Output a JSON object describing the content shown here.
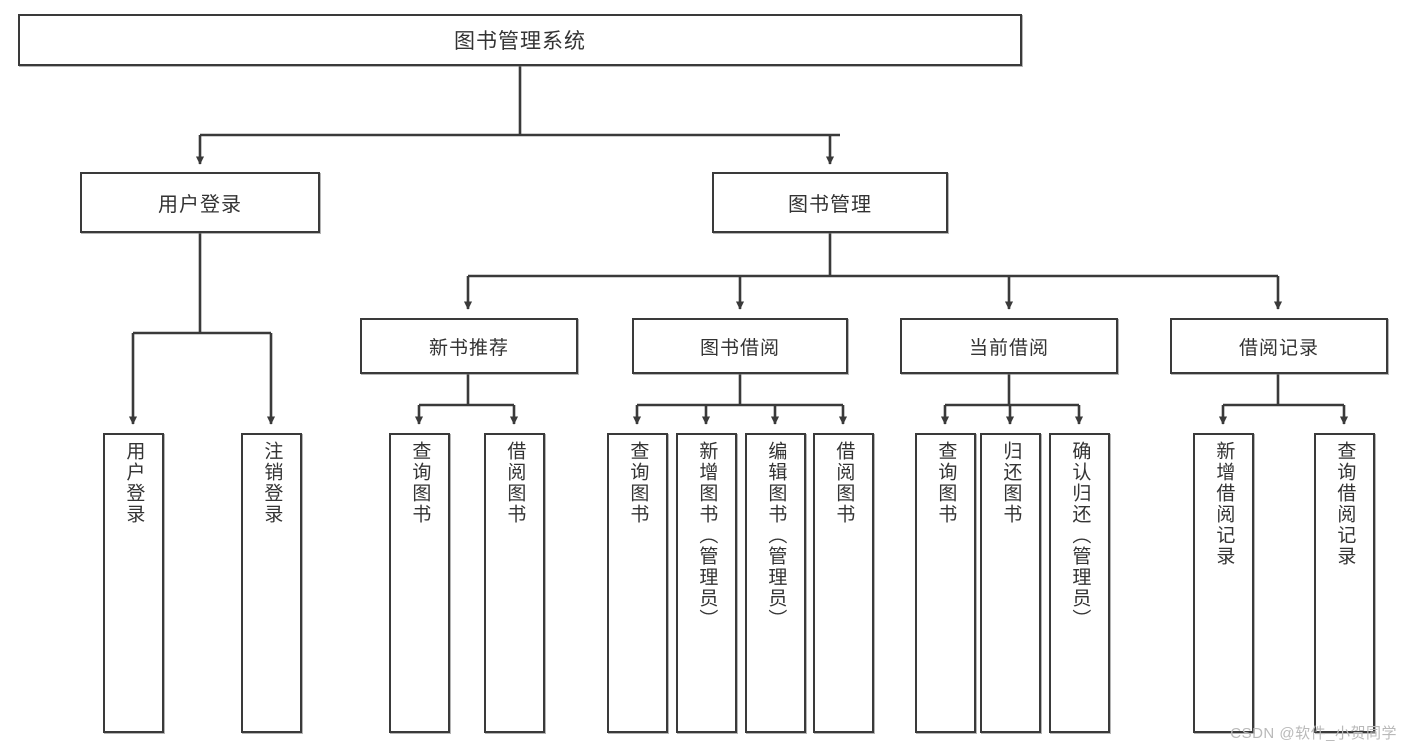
{
  "diagram": {
    "title": "图书管理系统",
    "type": "tree-hierarchy-chart",
    "background_color": "#ffffff",
    "border_color": "#3a3a3a",
    "text_color": "#333333",
    "watermark": "CSDN @软件_小贺同学"
  },
  "root": {
    "label": "图书管理系统"
  },
  "level1": [
    {
      "label": "用户登录"
    },
    {
      "label": "图书管理"
    }
  ],
  "level2": [
    {
      "label": "新书推荐"
    },
    {
      "label": "图书借阅"
    },
    {
      "label": "当前借阅"
    },
    {
      "label": "借阅记录"
    }
  ],
  "leaves": {
    "user_login": [
      {
        "label": "用户登录"
      },
      {
        "label": "注销登录"
      }
    ],
    "new_book_recommend": [
      {
        "label": "查询图书"
      },
      {
        "label": "借阅图书"
      }
    ],
    "book_borrow": [
      {
        "label": "查询图书"
      },
      {
        "label": "新增图书（管理员）"
      },
      {
        "label": "编辑图书（管理员）"
      },
      {
        "label": "借阅图书"
      }
    ],
    "current_borrow": [
      {
        "label": "查询图书"
      },
      {
        "label": "归还图书"
      },
      {
        "label": "确认归还（管理员）"
      }
    ],
    "borrow_record": [
      {
        "label": "新增借阅记录"
      },
      {
        "label": "查询借阅记录"
      }
    ]
  }
}
